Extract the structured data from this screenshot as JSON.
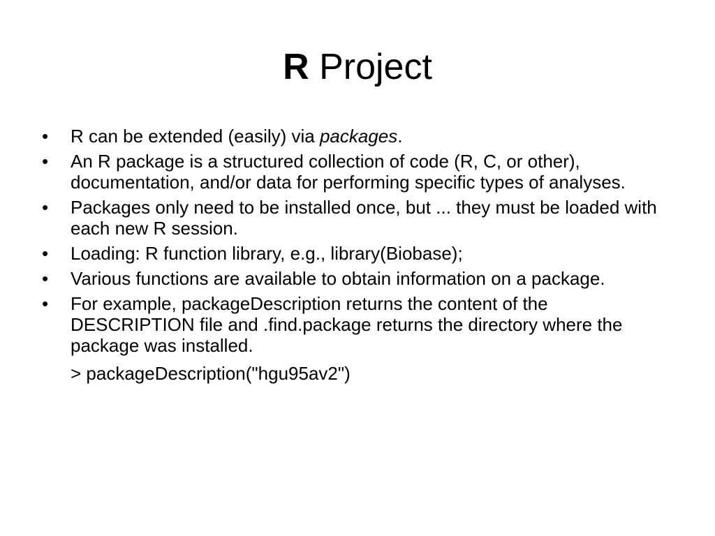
{
  "title": {
    "bold": "R",
    "rest": " Project"
  },
  "bullet_symbol": "•",
  "bullets": [
    {
      "before": "R can be extended (easily) via ",
      "emphasis": "packages",
      "after": "."
    },
    {
      "text": "An R package is a structured collection of code (R, C, or other), documentation, and/or data for performing specific types of analyses."
    },
    {
      "text": "Packages only need to be installed once, but ... they must be loaded with each new R session."
    },
    {
      "text": "Loading: R function library, e.g., library(Biobase);"
    },
    {
      "text": "Various functions are available to obtain information on a package."
    },
    {
      "text": "For example, packageDescription returns the content of the DESCRIPTION file and .find.package returns the directory where the package was installed."
    }
  ],
  "code_example": "> packageDescription(\"hgu95av2\")"
}
